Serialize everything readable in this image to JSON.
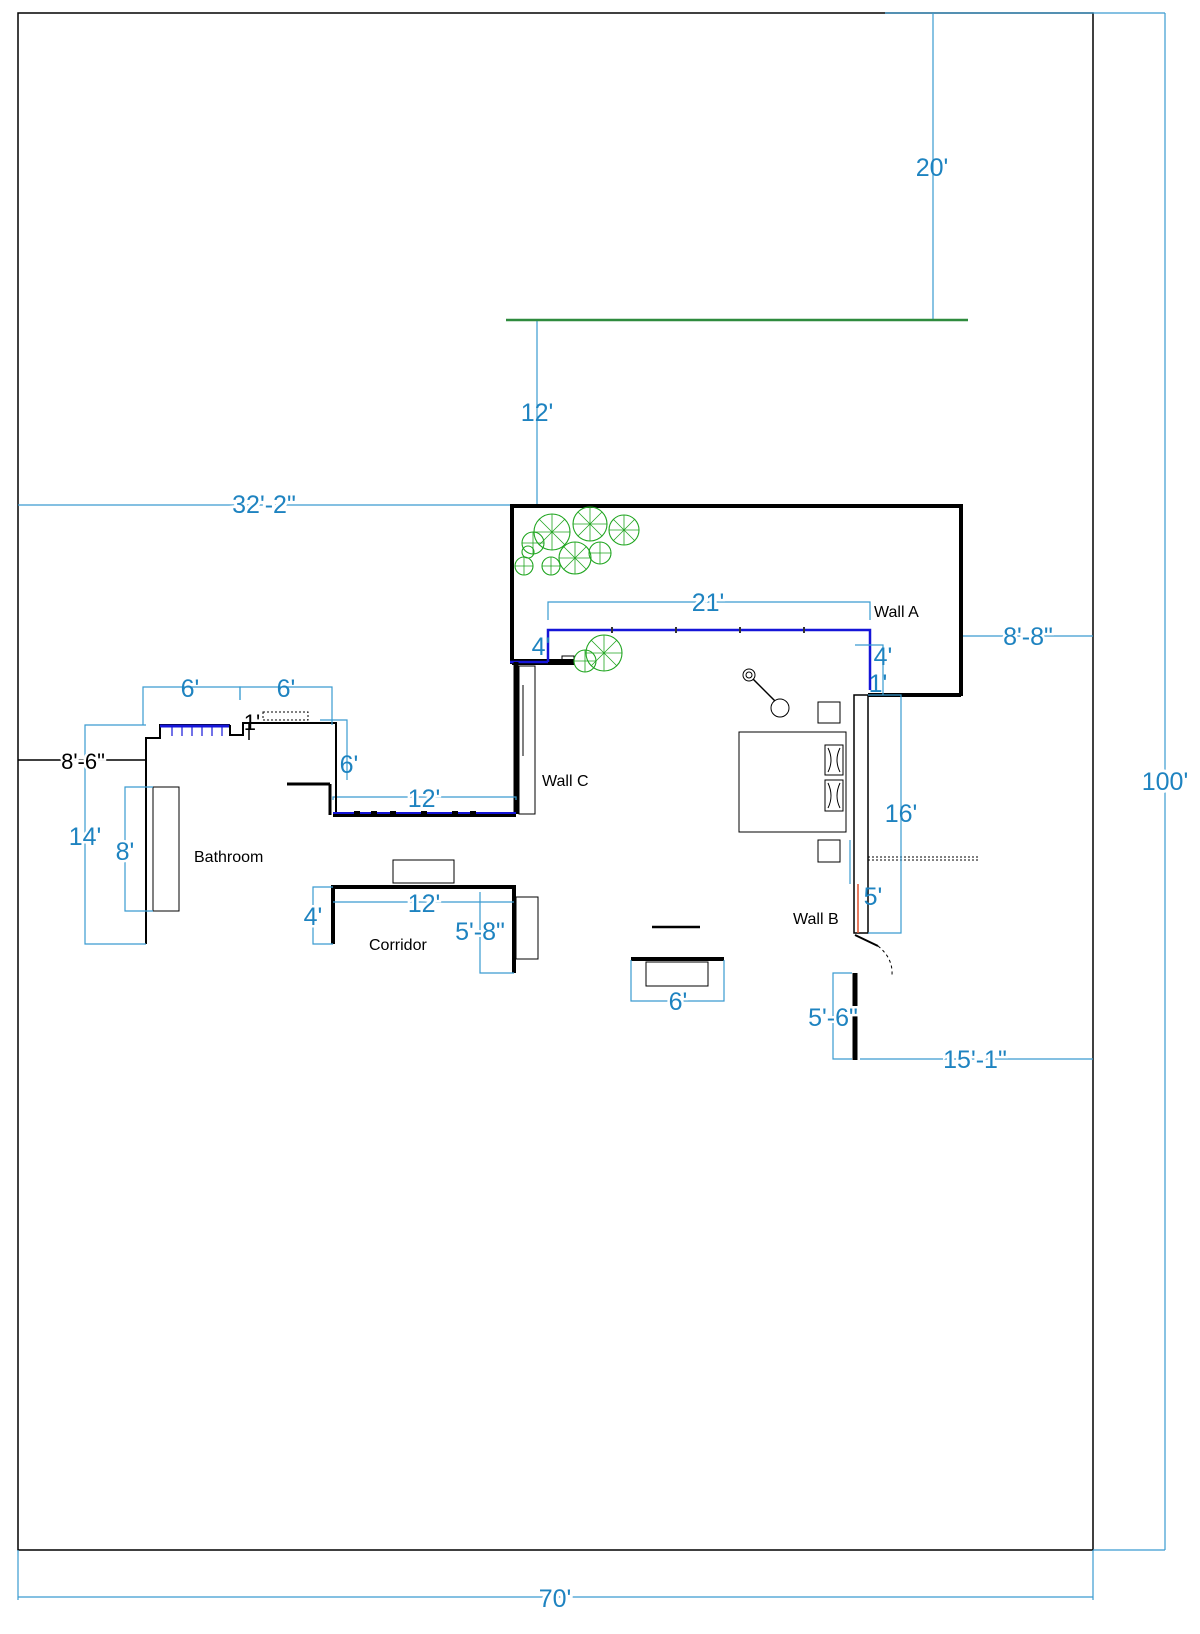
{
  "colors": {
    "dimension": "#1e83c0",
    "dimension_line": "#3a9bd0",
    "wall": "#000000",
    "window": "#1515d8",
    "setback_line": "#2e8b3e",
    "plants": "#1fa51f",
    "accent_red": "#e0502a"
  },
  "dimensions": {
    "plot_height": "100'",
    "plot_width": "70'",
    "top_setback": "20'",
    "front_gap": "12'",
    "left_offset": "32'-2\"",
    "wall_a_span": "21'",
    "right_offset": "8'-8\"",
    "wall_a_return": "4'",
    "small_left": "4'",
    "wall_b_gap": "1'",
    "wall_b_length": "16'",
    "wall_b_lower": "5'",
    "door_return": "5'-6\"",
    "bottom_right_offset": "15'-1\"",
    "bath_top_a": "6'",
    "bath_top_b": "6'",
    "bath_step": "1'",
    "bath_right": "6'",
    "bath_left_offset": "8'-6\"",
    "bath_height": "14'",
    "bath_tub": "8'",
    "wall_c_span": "12'",
    "corridor_span": "12'",
    "corridor_depth": "4'",
    "corridor_right": "5'-8\"",
    "bench_width": "6'"
  },
  "labels": {
    "wall_a": "Wall A",
    "wall_b": "Wall B",
    "wall_c": "Wall C",
    "bathroom": "Bathroom",
    "corridor": "Corridor"
  }
}
